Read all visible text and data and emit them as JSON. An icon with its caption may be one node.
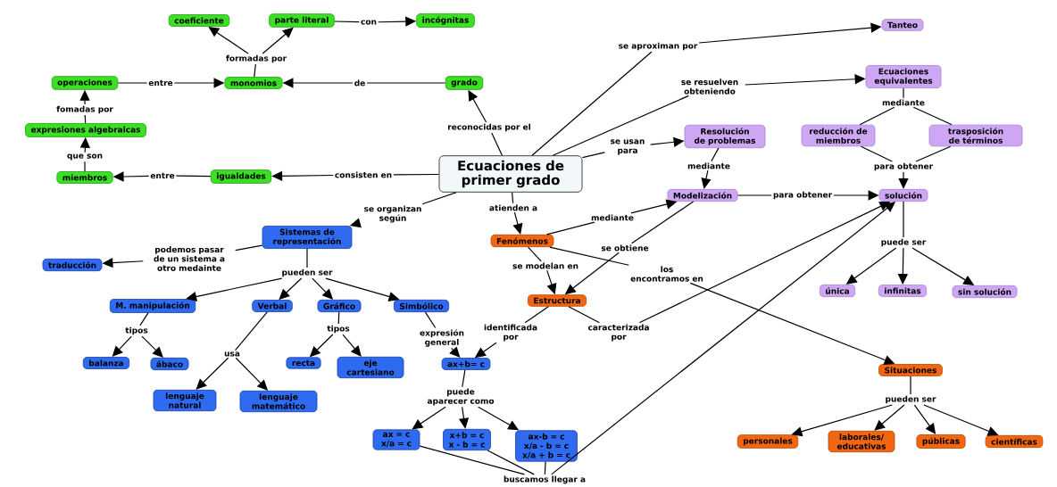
{
  "diagram": {
    "nodes": [
      {
        "text": [
          "Ecuaciones de primer grado"
        ]
      },
      {
        "text": [
          "coeficiente"
        ]
      },
      {
        "text": [
          "parte literal"
        ]
      },
      {
        "text": [
          "incógnitas"
        ]
      },
      {
        "text": [
          "operaciones"
        ]
      },
      {
        "text": [
          "monomios"
        ]
      },
      {
        "text": [
          "grado"
        ]
      },
      {
        "text": [
          "expresiones algebraicas"
        ]
      },
      {
        "text": [
          "miembros"
        ]
      },
      {
        "text": [
          "igualdades"
        ]
      },
      {
        "text": [
          "Tanteo"
        ]
      },
      {
        "text": [
          "Ecuaciones equivalentes"
        ]
      },
      {
        "text": [
          "Resolución de problemas"
        ]
      },
      {
        "text": [
          "reducción de miembros"
        ]
      },
      {
        "text": [
          "trasposición de términos"
        ]
      },
      {
        "text": [
          "Modelización"
        ]
      },
      {
        "text": [
          "solución"
        ]
      },
      {
        "text": [
          "única"
        ]
      },
      {
        "text": [
          "infinitas"
        ]
      },
      {
        "text": [
          "sin solución"
        ]
      },
      {
        "text": [
          "Sistemas de representación"
        ]
      },
      {
        "text": [
          "traducción"
        ]
      },
      {
        "text": [
          "M. manipulación"
        ]
      },
      {
        "text": [
          "Verbal"
        ]
      },
      {
        "text": [
          "Gráfico"
        ]
      },
      {
        "text": [
          "Simbólico"
        ]
      },
      {
        "text": [
          "balanza"
        ]
      },
      {
        "text": [
          "ábaco"
        ]
      },
      {
        "text": [
          "recta"
        ]
      },
      {
        "text": [
          "eje cartesiano"
        ]
      },
      {
        "text": [
          "ax+b= c"
        ]
      },
      {
        "text": [
          "lenguaje natural"
        ]
      },
      {
        "text": [
          "lenguaje matemático"
        ]
      },
      {
        "text": [
          "ax = c x/a = c"
        ]
      },
      {
        "text": [
          "x+b = c x - b = c"
        ]
      },
      {
        "text": [
          "ax-b = c x/a - b = c x/a + b = c"
        ]
      },
      {
        "text": [
          "Fenómenos"
        ]
      },
      {
        "text": [
          "Estructura"
        ]
      },
      {
        "text": [
          "Situaciones"
        ]
      },
      {
        "text": [
          "personales"
        ]
      },
      {
        "text": [
          "laborales/ educativas"
        ]
      },
      {
        "text": [
          "públicas"
        ]
      },
      {
        "text": [
          "científicas"
        ]
      },
      {
        "text": [
          "formadas por"
        ]
      },
      {
        "text": [
          "con"
        ]
      },
      {
        "text": [
          "entre"
        ]
      },
      {
        "text": [
          "de"
        ]
      },
      {
        "text": [
          "fomadas por"
        ]
      },
      {
        "text": [
          "que son"
        ]
      },
      {
        "text": [
          "entre"
        ]
      },
      {
        "text": [
          "consisten en"
        ]
      },
      {
        "text": [
          "reconocidas por el"
        ]
      },
      {
        "text": [
          "se aproximan por"
        ]
      },
      {
        "text": [
          "se resuelven obteniendo"
        ]
      },
      {
        "text": [
          "se usan para"
        ]
      },
      {
        "text": [
          "mediante"
        ]
      },
      {
        "text": [
          "mediante"
        ]
      },
      {
        "text": [
          "para obtener"
        ]
      },
      {
        "text": [
          "para obtener"
        ]
      },
      {
        "text": [
          "se organizan según"
        ]
      },
      {
        "text": [
          "atienden a"
        ]
      },
      {
        "text": [
          "mediante"
        ]
      },
      {
        "text": [
          "se obtiene"
        ]
      },
      {
        "text": [
          "puede ser"
        ]
      },
      {
        "text": [
          "podemos pasar de un sistema a otro medainte"
        ]
      },
      {
        "text": [
          "se modelan en"
        ]
      },
      {
        "text": [
          "los encontramos en"
        ]
      },
      {
        "text": [
          "pueden ser"
        ]
      },
      {
        "text": [
          "tipos"
        ]
      },
      {
        "text": [
          "usa"
        ]
      },
      {
        "text": [
          "tipos"
        ]
      },
      {
        "text": [
          "expresión general"
        ]
      },
      {
        "text": [
          "identificada por"
        ]
      },
      {
        "text": [
          "caracterizada por"
        ]
      },
      {
        "text": [
          "puede aparecer como"
        ]
      },
      {
        "text": [
          "buscamos llegar a"
        ]
      },
      {
        "text": [
          "pueden ser"
        ]
      }
    ],
    "edges": [
      {
        "from": 5,
        "to": 43,
        "arrow": "none"
      },
      {
        "from": 43,
        "to": 1,
        "arrow": "to"
      },
      {
        "from": 43,
        "to": 2,
        "arrow": "to"
      },
      {
        "from": 2,
        "to": 44,
        "arrow": "none"
      },
      {
        "from": 44,
        "to": 3,
        "arrow": "to"
      },
      {
        "from": 4,
        "to": 45,
        "arrow": "none"
      },
      {
        "from": 45,
        "to": 5,
        "arrow": "to"
      },
      {
        "from": 6,
        "to": 46,
        "arrow": "none"
      },
      {
        "from": 46,
        "to": 5,
        "arrow": "to"
      },
      {
        "from": 7,
        "to": 47,
        "arrow": "none"
      },
      {
        "from": 47,
        "to": 4,
        "arrow": "to"
      },
      {
        "from": 8,
        "to": 48,
        "arrow": "none"
      },
      {
        "from": 48,
        "to": 7,
        "arrow": "to"
      },
      {
        "from": 9,
        "to": 49,
        "arrow": "none"
      },
      {
        "from": 49,
        "to": 8,
        "arrow": "to"
      },
      {
        "from": 0,
        "to": 50,
        "arrow": "none"
      },
      {
        "from": 50,
        "to": 9,
        "arrow": "to"
      },
      {
        "from": 0,
        "to": 51,
        "arrow": "none"
      },
      {
        "from": 51,
        "to": 6,
        "arrow": "to"
      },
      {
        "from": 0,
        "to": 52,
        "arrow": "none"
      },
      {
        "from": 52,
        "to": 10,
        "arrow": "to"
      },
      {
        "from": 0,
        "to": 53,
        "arrow": "none"
      },
      {
        "from": 53,
        "to": 11,
        "arrow": "to"
      },
      {
        "from": 0,
        "to": 54,
        "arrow": "none"
      },
      {
        "from": 54,
        "to": 12,
        "arrow": "to"
      },
      {
        "from": 11,
        "to": 55,
        "arrow": "none"
      },
      {
        "from": 55,
        "to": 13,
        "arrow": "none"
      },
      {
        "from": 55,
        "to": 14,
        "arrow": "none"
      },
      {
        "from": 12,
        "to": 56,
        "arrow": "none"
      },
      {
        "from": 56,
        "to": 15,
        "arrow": "to"
      },
      {
        "from": 13,
        "to": 57,
        "arrow": "none"
      },
      {
        "from": 14,
        "to": 57,
        "arrow": "none"
      },
      {
        "from": 57,
        "to": 16,
        "arrow": "to"
      },
      {
        "from": 15,
        "to": 58,
        "arrow": "none"
      },
      {
        "from": 58,
        "to": 16,
        "arrow": "to"
      },
      {
        "from": 0,
        "to": 59,
        "arrow": "none"
      },
      {
        "from": 59,
        "to": 20,
        "arrow": "to"
      },
      {
        "from": 0,
        "to": 60,
        "arrow": "none"
      },
      {
        "from": 60,
        "to": 36,
        "arrow": "to"
      },
      {
        "from": 36,
        "to": 61,
        "arrow": "none"
      },
      {
        "from": 61,
        "to": 15,
        "arrow": "to"
      },
      {
        "from": 15,
        "to": 62,
        "arrow": "none"
      },
      {
        "from": 62,
        "to": 37,
        "arrow": "to"
      },
      {
        "from": 16,
        "to": 63,
        "arrow": "none"
      },
      {
        "from": 63,
        "to": 17,
        "arrow": "to"
      },
      {
        "from": 63,
        "to": 18,
        "arrow": "to"
      },
      {
        "from": 63,
        "to": 19,
        "arrow": "to"
      },
      {
        "from": 20,
        "to": 64,
        "arrow": "none"
      },
      {
        "from": 64,
        "to": 21,
        "arrow": "to"
      },
      {
        "from": 36,
        "to": 65,
        "arrow": "none"
      },
      {
        "from": 65,
        "to": 37,
        "arrow": "to"
      },
      {
        "from": 36,
        "to": 66,
        "arrow": "none"
      },
      {
        "from": 66,
        "to": 38,
        "arrow": "to"
      },
      {
        "from": 20,
        "to": 67,
        "arrow": "none"
      },
      {
        "from": 67,
        "to": 22,
        "arrow": "to"
      },
      {
        "from": 67,
        "to": 23,
        "arrow": "to"
      },
      {
        "from": 67,
        "to": 24,
        "arrow": "to"
      },
      {
        "from": 67,
        "to": 25,
        "arrow": "to"
      },
      {
        "from": 22,
        "to": 68,
        "arrow": "none"
      },
      {
        "from": 68,
        "to": 26,
        "arrow": "to"
      },
      {
        "from": 68,
        "to": 27,
        "arrow": "to"
      },
      {
        "from": 23,
        "to": 69,
        "arrow": "none"
      },
      {
        "from": 69,
        "to": 31,
        "arrow": "to"
      },
      {
        "from": 69,
        "to": 32,
        "arrow": "to"
      },
      {
        "from": 24,
        "to": 70,
        "arrow": "none"
      },
      {
        "from": 70,
        "to": 28,
        "arrow": "to"
      },
      {
        "from": 70,
        "to": 29,
        "arrow": "to"
      },
      {
        "from": 25,
        "to": 71,
        "arrow": "none"
      },
      {
        "from": 71,
        "to": 30,
        "arrow": "to"
      },
      {
        "from": 37,
        "to": 72,
        "arrow": "none"
      },
      {
        "from": 72,
        "to": 30,
        "arrow": "to"
      },
      {
        "from": 37,
        "to": 73,
        "arrow": "none"
      },
      {
        "from": 73,
        "to": 16,
        "arrow": "to"
      },
      {
        "from": 30,
        "to": 74,
        "arrow": "none"
      },
      {
        "from": 74,
        "to": 33,
        "arrow": "to"
      },
      {
        "from": 74,
        "to": 34,
        "arrow": "to"
      },
      {
        "from": 74,
        "to": 35,
        "arrow": "to"
      },
      {
        "from": 33,
        "to": 75,
        "arrow": "none"
      },
      {
        "from": 34,
        "to": 75,
        "arrow": "none"
      },
      {
        "from": 35,
        "to": 75,
        "arrow": "none"
      },
      {
        "from": 75,
        "to": 16,
        "arrow": "to"
      },
      {
        "from": 38,
        "to": 76,
        "arrow": "none"
      },
      {
        "from": 76,
        "to": 39,
        "arrow": "to"
      },
      {
        "from": 76,
        "to": 40,
        "arrow": "to"
      },
      {
        "from": 76,
        "to": 41,
        "arrow": "to"
      },
      {
        "from": 76,
        "to": 42,
        "arrow": "to"
      }
    ]
  }
}
